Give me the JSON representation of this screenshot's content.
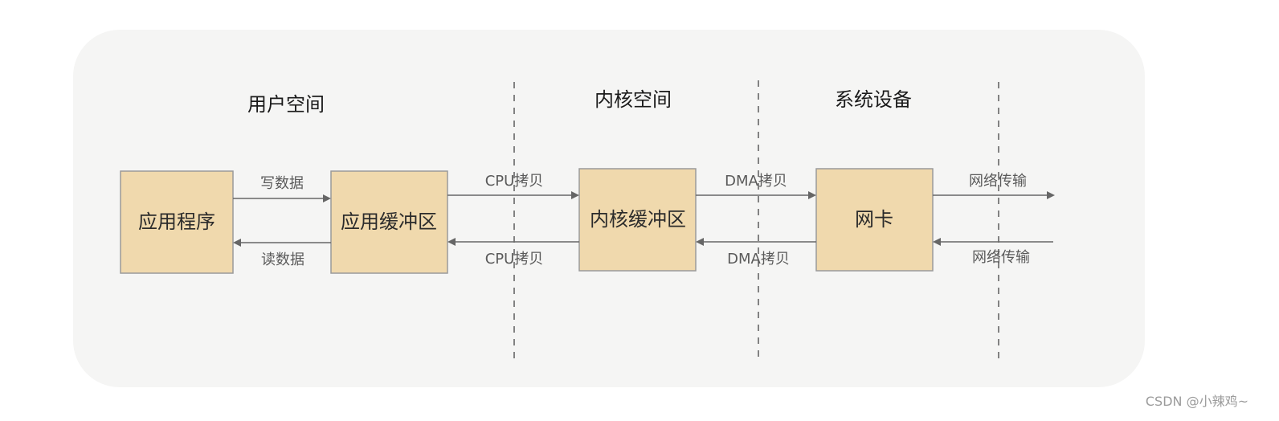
{
  "regions": {
    "user_space": "用户空间",
    "kernel_space": "内核空间",
    "system_devices": "系统设备"
  },
  "boxes": {
    "app_program": "应用程序",
    "app_buffer": "应用缓冲区",
    "kernel_buffer": "内核缓冲区",
    "nic": "网卡"
  },
  "edges": {
    "write_data": "写数据",
    "read_data": "读数据",
    "cpu_copy_out": "CPU拷贝",
    "cpu_copy_in": "CPU拷贝",
    "dma_copy_out": "DMA拷贝",
    "dma_copy_in": "DMA拷贝",
    "net_out": "网络传输",
    "net_in": "网络传输"
  },
  "watermark": "CSDN @小辣鸡~",
  "colors": {
    "panel": "#f5f5f4",
    "box_fill": "#f0d9ad",
    "box_border": "#9a9a9a",
    "line": "#666666"
  }
}
